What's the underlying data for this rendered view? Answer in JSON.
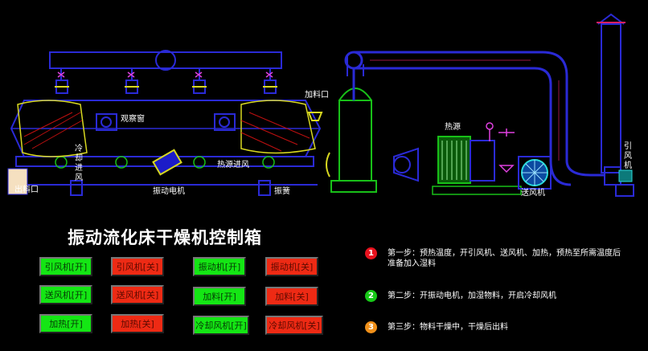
{
  "scene": {
    "observe_window": "观察窗",
    "heat_inlet": "热源进风",
    "cool_inlet": [
      "冷",
      "却",
      "进",
      "风"
    ],
    "motor": "振动电机",
    "spring": "振簧",
    "outlet": "出料口",
    "feed": "加料口",
    "heat_source": "热源",
    "blower": "送风机",
    "exhaust_fan": [
      "引",
      "风",
      "机"
    ]
  },
  "title": "振动流化床干燥机控制箱",
  "buttons": [
    {
      "label": "引风机[开]",
      "state": "on"
    },
    {
      "label": "引风机[关]",
      "state": "off"
    },
    {
      "label": "振动机[开]",
      "state": "on"
    },
    {
      "label": "振动机[关]",
      "state": "off"
    },
    {
      "label": "送风机[开]",
      "state": "on"
    },
    {
      "label": "送风机[关]",
      "state": "off"
    },
    {
      "label": "加料[开]",
      "state": "on"
    },
    {
      "label": "加料[关]",
      "state": "off"
    },
    {
      "label": "加热[开]",
      "state": "on"
    },
    {
      "label": "加热[关]",
      "state": "off"
    },
    {
      "label": "冷却风机[开]",
      "state": "on"
    },
    {
      "label": "冷却风机[关]",
      "state": "off"
    }
  ],
  "steps": [
    {
      "num": "1",
      "color": "#e8121e",
      "text": "第一步：预热温度，开引风机、送风机、加热，预热至所需温度后准备加入湿料"
    },
    {
      "num": "2",
      "color": "#17c817",
      "text": "第二步：开振动电机，加湿物料，开启冷却风机"
    },
    {
      "num": "3",
      "color": "#f0901a",
      "text": "第三步：物料干燥中，干燥后出料"
    }
  ]
}
